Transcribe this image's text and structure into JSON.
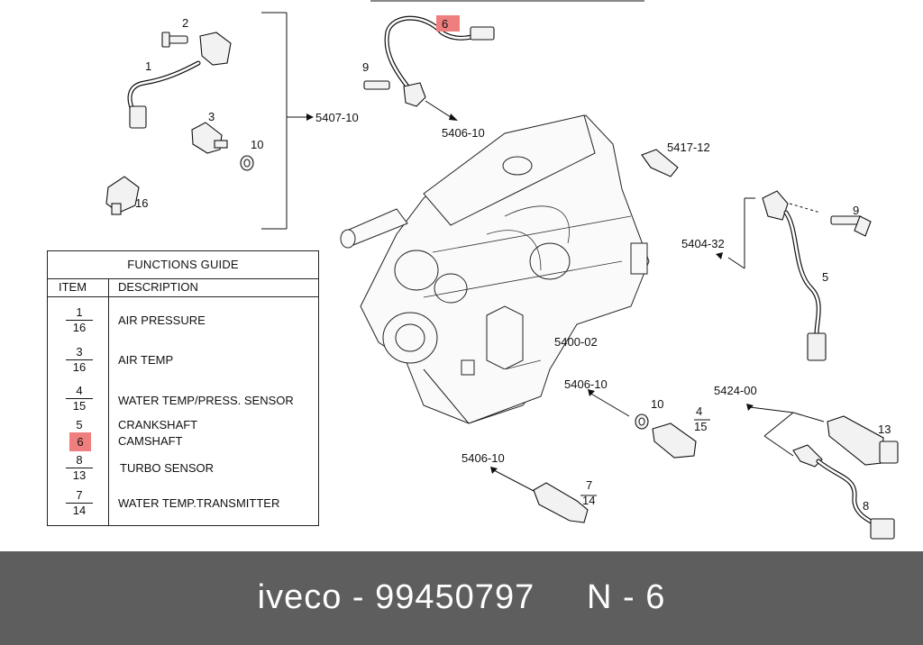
{
  "guide": {
    "title": "FUNCTIONS GUIDE",
    "col_item": "ITEM",
    "col_desc": "DESCRIPTION",
    "rows": [
      {
        "num": "1",
        "den": "16",
        "desc": "AIR PRESSURE"
      },
      {
        "num": "3",
        "den": "16",
        "desc": "AIR TEMP"
      },
      {
        "num": "4",
        "den": "15",
        "desc": "WATER TEMP/PRESS. SENSOR"
      },
      {
        "item": "5",
        "desc": "CRANKSHAFT"
      },
      {
        "item": "6",
        "desc": "CAMSHAFT",
        "highlight": true
      },
      {
        "num": "8",
        "den": "13",
        "desc": "TURBO SENSOR"
      },
      {
        "num": "7",
        "den": "14",
        "desc": "WATER TEMP.TRANSMITTER"
      }
    ]
  },
  "callouts": {
    "p1": "1",
    "p2": "2",
    "p3": "3",
    "p10a": "10",
    "p16": "16",
    "ref_5407": "5407-10",
    "p6": "6",
    "p9a": "9",
    "ref_5406_top": "5406-10",
    "ref_5417": "5417-12",
    "ref_5404": "5404-32",
    "p9b": "9",
    "p5": "5",
    "ref_5400": "5400-02",
    "ref_5406_mid": "5406-10",
    "p10b": "10",
    "p4_num": "4",
    "p4_den": "15",
    "ref_5424": "5424-00",
    "p13": "13",
    "p8": "8",
    "ref_5406_low": "5406-10",
    "p7_num": "7",
    "p7_den": "14"
  },
  "highlight_color": "#ef7f7f",
  "footer": {
    "caption": "iveco - 99450797     N - 6"
  }
}
